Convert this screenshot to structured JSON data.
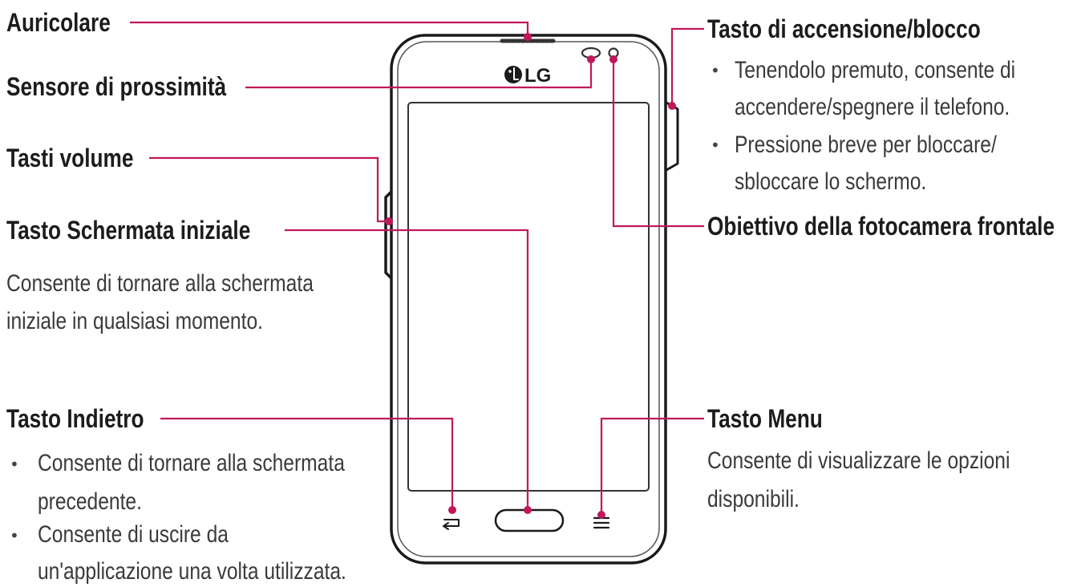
{
  "colors": {
    "leader_line": "#c0185a",
    "phone_outline": "#1a1a1a",
    "text": "#222222"
  },
  "brand": {
    "logo_text": "LG"
  },
  "labels": {
    "earpiece": {
      "title": "Auricolare"
    },
    "proximity_sensor": {
      "title": "Sensore di prossimità"
    },
    "volume_keys": {
      "title": "Tasti volume"
    },
    "home_key": {
      "title": "Tasto Schermata iniziale",
      "desc_lines": [
        "Consente di tornare alla schermata",
        "iniziale in qualsiasi momento."
      ]
    },
    "back_key": {
      "title": "Tasto Indietro",
      "bullets": [
        [
          "Consente di tornare alla schermata",
          "precedente."
        ],
        [
          "Consente di uscire da",
          "un'applicazione una volta utilizzata."
        ]
      ]
    },
    "power_lock_key": {
      "title": "Tasto di accensione/blocco",
      "bullets": [
        [
          "Tenendolo premuto, consente di",
          "accendere/spegnere il telefono."
        ],
        [
          "Pressione breve per bloccare/",
          "sbloccare lo schermo."
        ]
      ]
    },
    "front_camera": {
      "title": "Obiettivo della fotocamera frontale"
    },
    "menu_key": {
      "title": "Tasto Menu",
      "desc_lines": [
        "Consente di visualizzare le opzioni",
        "disponibili."
      ]
    }
  },
  "icons": {
    "back": "back-arrow-icon",
    "menu": "menu-lines-icon",
    "home": "home-button-icon",
    "logo": "lg-logo-icon"
  }
}
